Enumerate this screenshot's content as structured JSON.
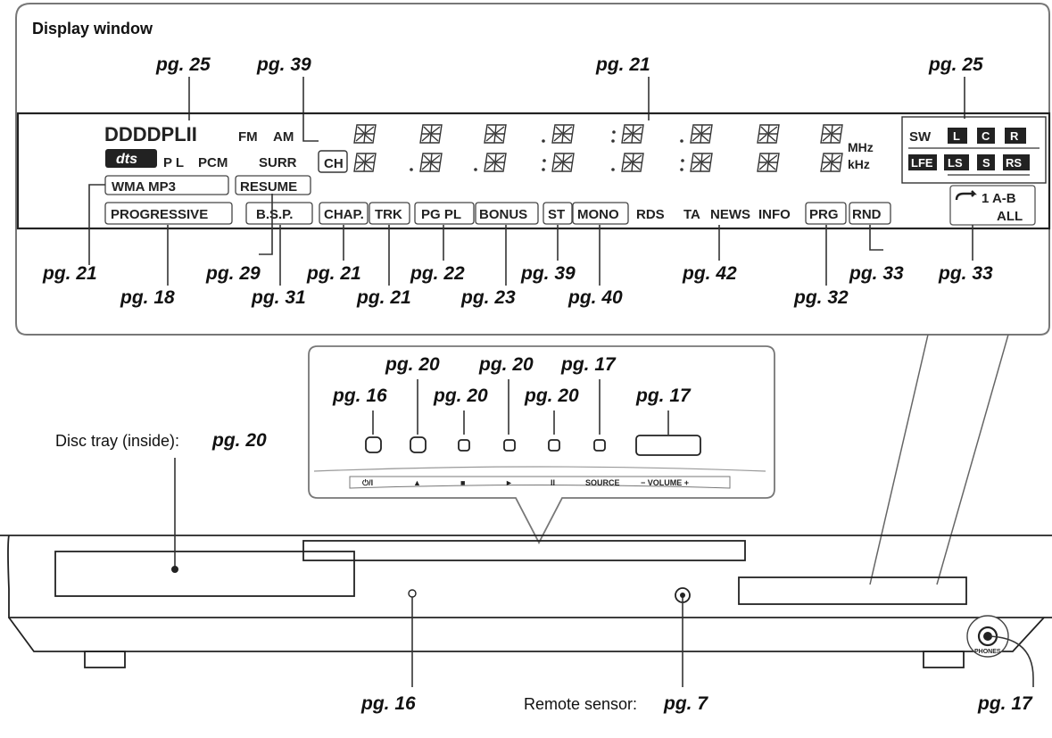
{
  "display_window": {
    "title": "Display window",
    "top_refs": [
      "pg. 25",
      "pg. 39",
      "pg. 21",
      "pg. 25"
    ],
    "indicators": {
      "dolby": "DDDDPLII",
      "fm": "FM",
      "am": "AM",
      "dts": "dts",
      "pl": "P L",
      "pcm": "PCM",
      "surr": "SURR",
      "ch": "CH",
      "mhz": "MHz",
      "khz": "kHz",
      "wmamp3": "WMA MP3",
      "resume": "RESUME",
      "progressive": "PROGRESSIVE",
      "bsp": "B.S.P.",
      "chap": "CHAP.",
      "trk": "TRK",
      "pgpl": "PG  PL",
      "bonus": "BONUS",
      "st": "ST",
      "mono": "MONO",
      "rds": "RDS",
      "ta": "TA",
      "news": "NEWS",
      "info": "INFO",
      "prg": "PRG",
      "rnd": "RND",
      "sw": "SW",
      "ch_l": "L",
      "ch_c": "C",
      "ch_r": "R",
      "lfe": "LFE",
      "ls": "LS",
      "s": "S",
      "rs": "RS",
      "repeat": "1 A-B",
      "all": "ALL"
    },
    "bottom_refs": [
      "pg. 21",
      "pg. 18",
      "pg. 29",
      "pg. 31",
      "pg. 21",
      "pg. 21",
      "pg. 22",
      "pg. 23",
      "pg. 39",
      "pg. 40",
      "pg. 42",
      "pg. 32",
      "pg. 33",
      "pg. 33"
    ]
  },
  "front_panel": {
    "button_refs": [
      "pg. 16",
      "pg. 20",
      "pg. 20",
      "pg. 20",
      "pg. 20",
      "pg. 17",
      "pg. 17"
    ],
    "button_labels": [
      "⏻/I",
      "▲",
      "■",
      "►",
      "II",
      "SOURCE",
      "− VOLUME +"
    ],
    "disc_tray_label": "Disc tray (inside):",
    "disc_tray_ref": "pg. 20",
    "indicator_ref": "pg. 16",
    "remote_label": "Remote sensor:",
    "remote_ref": "pg. 7",
    "phones_ref": "pg. 17",
    "phones_label": "PHONES"
  }
}
